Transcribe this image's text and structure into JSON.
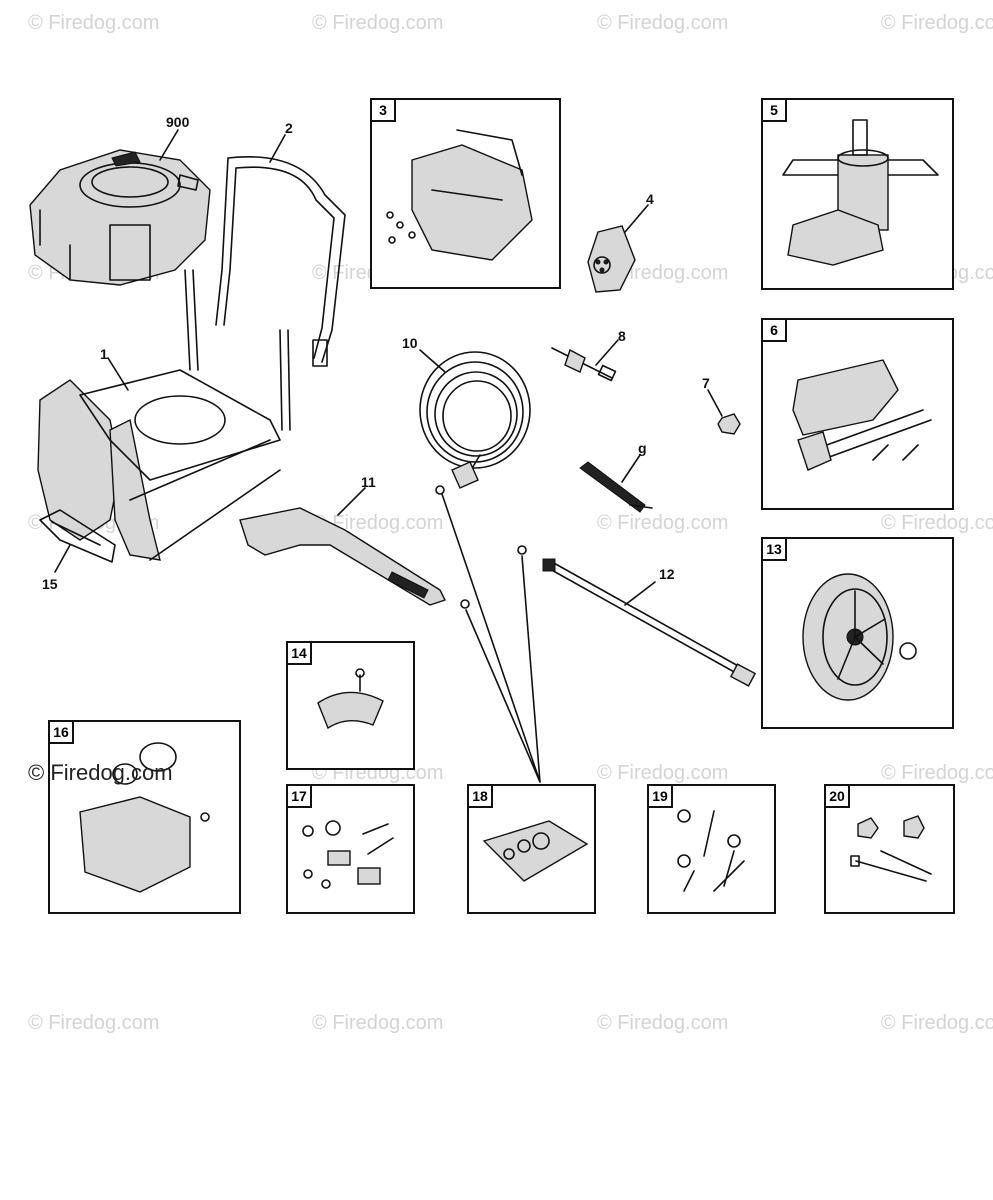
{
  "watermark": "© Firedog.com",
  "copyright_notice": "© Firedog.com",
  "callouts": {
    "c900": "900",
    "c2": "2",
    "c1": "1",
    "c15": "15",
    "c4": "4",
    "c10": "10",
    "c8": "8",
    "c7": "7",
    "c9": "g",
    "c11": "11",
    "c12": "12"
  },
  "boxes": {
    "b3": "3",
    "b5": "5",
    "b6": "6",
    "b13": "13",
    "b14": "14",
    "b16": "16",
    "b17": "17",
    "b18": "18",
    "b19": "19",
    "b20": "20"
  }
}
